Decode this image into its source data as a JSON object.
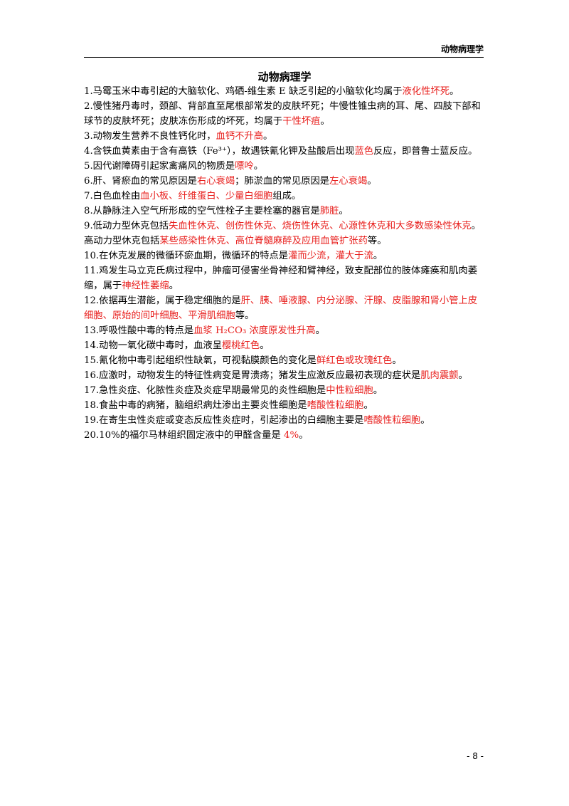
{
  "header": {
    "running_title": "动物病理学"
  },
  "title": "动物病理学",
  "items": [
    [
      {
        "t": "1.马霉玉米中毒引起的大脑软化、鸡硒-维生素 E 缺乏引起的小脑软化均属于"
      },
      {
        "t": "液化性坏死",
        "r": true
      },
      {
        "t": "。"
      }
    ],
    [
      {
        "t": "2.慢性猪丹毒时，颈部、背部直至尾根部常发的皮肤坏死；牛慢性锥虫病的耳、尾、四肢下部和球节的皮肤坏死；皮肤冻伤形成的坏死，均属于"
      },
      {
        "t": "干性坏疽",
        "r": true
      },
      {
        "t": "。"
      }
    ],
    [
      {
        "t": "3.动物发生营养不良性钙化时，"
      },
      {
        "t": "血钙不升高",
        "r": true
      },
      {
        "t": "。"
      }
    ],
    [
      {
        "t": "4.含铁血黄素由于含有高铁（Fe³⁺），故遇铁氰化钾及盐酸后出现"
      },
      {
        "t": "蓝色",
        "r": true
      },
      {
        "t": "反应，即普鲁士蓝反应。"
      }
    ],
    [
      {
        "t": "5.因代谢障碍引起家禽痛风的物质是"
      },
      {
        "t": "嘌呤",
        "r": true
      },
      {
        "t": "。"
      }
    ],
    [
      {
        "t": "6.肝、肾瘀血的常见原因是"
      },
      {
        "t": "右心衰竭",
        "r": true
      },
      {
        "t": "；肺淤血的常见原因是"
      },
      {
        "t": "左心衰竭",
        "r": true
      },
      {
        "t": "。"
      }
    ],
    [
      {
        "t": "7.白色血栓由"
      },
      {
        "t": "血小板、纤维蛋白、少量白细胞",
        "r": true
      },
      {
        "t": "组成。"
      }
    ],
    [
      {
        "t": "8.从静脉注入空气所形成的空气性栓子主要栓塞的器官是"
      },
      {
        "t": "肺脏",
        "r": true
      },
      {
        "t": "。"
      }
    ],
    [
      {
        "t": "9.低动力型休克包括"
      },
      {
        "t": "失血性休克、创伤性休克、烧伤性休克、心源性休克和大多数感染性休克",
        "r": true
      },
      {
        "t": "。高动力型休克包括"
      },
      {
        "t": "某些感染性休克、高位脊髓麻醉及应用血管扩张药",
        "r": true
      },
      {
        "t": "等。"
      }
    ],
    [
      {
        "t": "10.在休克发展的微循环瘀血期，微循环的特点是"
      },
      {
        "t": "灌而少流，灌大于流",
        "r": true
      },
      {
        "t": "。"
      }
    ],
    [
      {
        "t": "11.鸡发生马立克氏病过程中，肿瘤可侵害坐骨神经和臂神经，致支配部位的肢体瘫痪和肌肉萎缩，属于"
      },
      {
        "t": "神经性萎缩",
        "r": true
      },
      {
        "t": "。"
      }
    ],
    [
      {
        "t": "12.依据再生潜能，属于稳定细胞的是"
      },
      {
        "t": "肝、胰、唾液腺、内分泌腺、汗腺、皮脂腺和肾小管上皮细胞、原始的间叶细胞、平滑肌细胞",
        "r": true
      },
      {
        "t": "等。"
      }
    ],
    [
      {
        "t": "13.呼吸性酸中毒的特点是"
      },
      {
        "t": "血浆 H₂CO₃ 浓度原发性升高",
        "r": true
      },
      {
        "t": "。"
      }
    ],
    [
      {
        "t": "14.动物一氧化碳中毒时，血液呈"
      },
      {
        "t": "樱桃红色",
        "r": true
      },
      {
        "t": "。"
      }
    ],
    [
      {
        "t": "15.氰化物中毒引起组织性缺氧，可视黏膜颜色的变化是"
      },
      {
        "t": "鲜红色或玫瑰红色",
        "r": true
      },
      {
        "t": "。"
      }
    ],
    [
      {
        "t": "16.应激时，动物发生的特征性病变是胃溃疡；猪发生应激反应最初表现的症状是"
      },
      {
        "t": "肌肉震颤",
        "r": true
      },
      {
        "t": "。"
      }
    ],
    [
      {
        "t": "17.急性炎症、化脓性炎症及炎症早期最常见的炎性细胞是"
      },
      {
        "t": "中性粒细胞",
        "r": true
      },
      {
        "t": "。"
      }
    ],
    [
      {
        "t": "18.食盐中毒的病猪，脑组织病灶渗出主要炎性细胞是"
      },
      {
        "t": "嗜酸性粒细胞",
        "r": true
      },
      {
        "t": "。"
      }
    ],
    [
      {
        "t": "19.在寄生虫性炎症或变态反应性炎症时，引起渗出的白细胞主要是"
      },
      {
        "t": "嗜酸性粒细胞",
        "r": true
      },
      {
        "t": "。"
      }
    ],
    [
      {
        "t": "20.10%的福尔马林组织固定液中的甲醛含量是 "
      },
      {
        "t": "4%",
        "r": true
      },
      {
        "t": "。"
      }
    ]
  ],
  "colors": {
    "highlight": "#e8201e",
    "text": "#000000"
  },
  "footer": {
    "page_number": "- 8 -"
  }
}
